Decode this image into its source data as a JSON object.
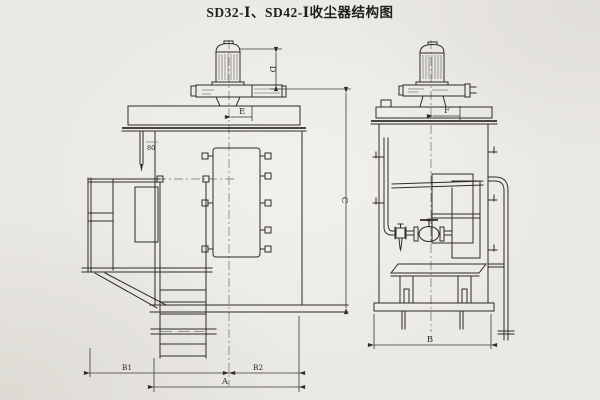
{
  "title": "SD32-Ⅰ、SD42-Ⅰ收尘器结构图",
  "colors": {
    "paper": "#ebe9e3",
    "ink": "#2e2b28",
    "centerline": "#6f6b64"
  },
  "dims": {
    "a": "A",
    "b": "B",
    "b1": "B1",
    "b2": "B2",
    "c": "C",
    "d": "D",
    "e": "E",
    "f": "F",
    "rod": "80"
  }
}
